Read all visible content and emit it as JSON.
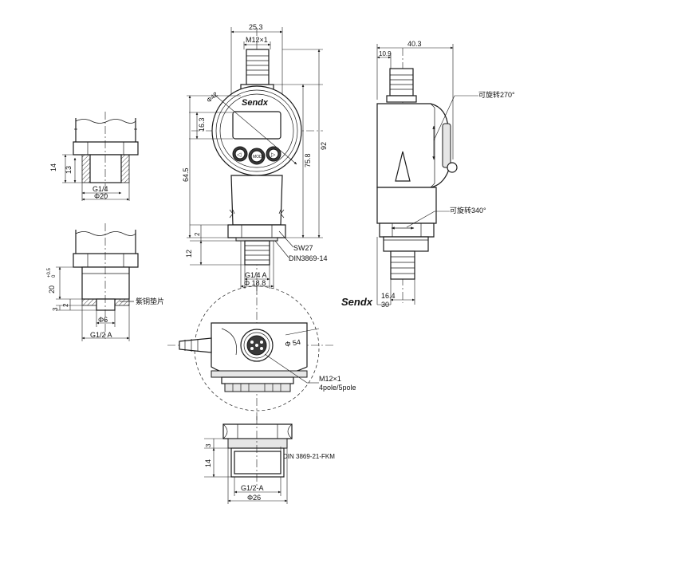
{
  "brand": "Sendx",
  "labels": {
    "thread_g14": "G1/4",
    "dia_20": "Φ20",
    "dim_14_left": "14",
    "dim_13_left": "13",
    "dim_20_tol": "20",
    "tol_sup": "+0.5",
    "tol_sub": "0",
    "dim_3_a": "3",
    "dim_2_a": "2",
    "copper_gasket": "紫铜垫片",
    "dia_6": "Φ6",
    "thread_g12a": "G1/2 A",
    "dim_25_3": "25.3",
    "m12x1_top": "M12×1",
    "dia_42": "Φ42",
    "dim_16_3": "16.3",
    "dim_64_5": "64.5",
    "dim_75_8": "75.8",
    "dim_92": "92",
    "dim_2_b": "2",
    "dim_12": "12",
    "sw27": "SW27",
    "din3869_14": "DIN3869-14",
    "thread_g14a": "G1/4 A",
    "dia_18_8": "Φ 18.8",
    "dim_40_3": "40.3",
    "dim_10_9": "10.9",
    "rotate_270": "可旋转270°",
    "rotate_340": "可旋转340°",
    "dim_16_4": "16.4",
    "dim_30": "30",
    "dia_54": "Φ 54",
    "m12x1_pole": "M12×1",
    "pole": "4pole/5pole",
    "dim_3_b": "3",
    "dim_14_bottom": "14",
    "din3869_21": "DIN 3869-21-FKM",
    "thread_g12a_bottom": "G1/2-A",
    "dia_26": "Φ26"
  },
  "buttons": {
    "left": "◁",
    "mode": "MODE",
    "right": "▷"
  }
}
